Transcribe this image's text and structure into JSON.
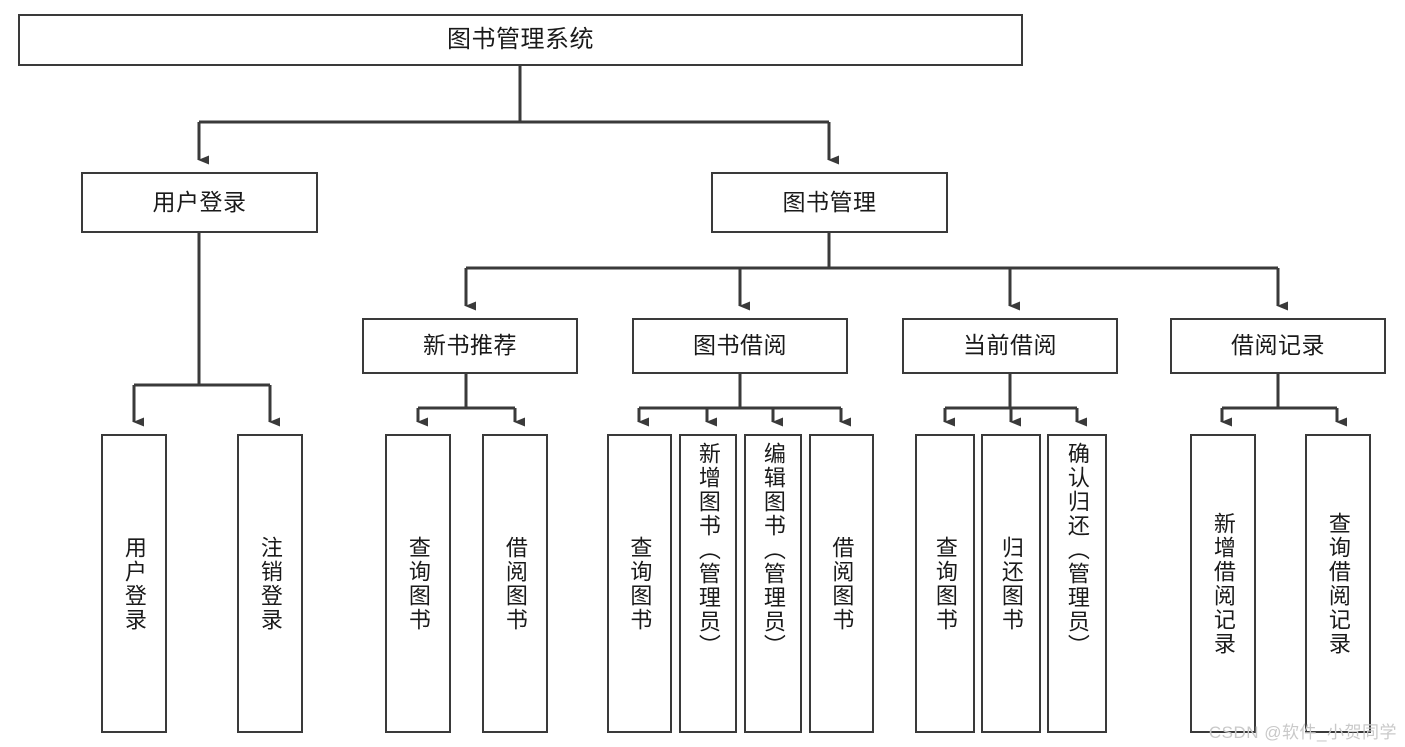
{
  "diagram": {
    "title": "图书管理系统",
    "type": "tree-hierarchy-chart",
    "root": {
      "label": "图书管理系统"
    },
    "level2": [
      {
        "label": "用户登录"
      },
      {
        "label": "图书管理"
      }
    ],
    "level3": [
      {
        "label": "新书推荐"
      },
      {
        "label": "图书借阅"
      },
      {
        "label": "当前借阅"
      },
      {
        "label": "借阅记录"
      }
    ],
    "leaves": {
      "user_login": [
        {
          "label": "用户登录"
        },
        {
          "label": "注销登录"
        }
      ],
      "new_book_recommend": [
        {
          "label": "查询图书"
        },
        {
          "label": "借阅图书"
        }
      ],
      "book_borrow": [
        {
          "label": "查询图书"
        },
        {
          "label": "新增图书（管理员）"
        },
        {
          "label": "编辑图书（管理员）"
        },
        {
          "label": "借阅图书"
        }
      ],
      "current_borrow": [
        {
          "label": "查询图书"
        },
        {
          "label": "归还图书"
        },
        {
          "label": "确认归还（管理员）"
        }
      ],
      "borrow_records": [
        {
          "label": "新增借阅记录"
        },
        {
          "label": "查询借阅记录"
        }
      ]
    }
  },
  "watermark": {
    "text": "CSDN @软件_小贺同学"
  },
  "colors": {
    "border": "#3a3a3a",
    "background": "#ffffff",
    "text": "#1a1a1a",
    "watermark": "#c9c9c9"
  }
}
